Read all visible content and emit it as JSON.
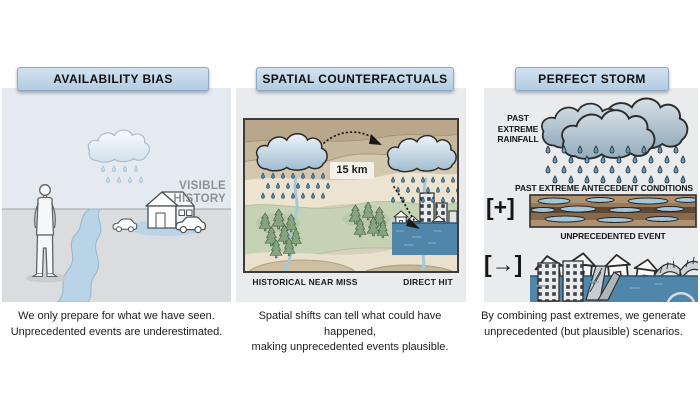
{
  "figure": {
    "panels": [
      {
        "title": "AVAILABILITY BIAS",
        "annotation": {
          "line1": "VISIBLE",
          "line2": "HISTORY"
        },
        "caption": {
          "line1": "We only prepare for what we have seen.",
          "line2": "Unprecedented events are underestimated."
        },
        "illustrations": [
          "rain-cloud-icon",
          "person-icon",
          "river-icon",
          "house-icon",
          "car-icon",
          "flood-puddle-icon"
        ]
      },
      {
        "title": "SPATIAL COUNTERFACTUALS",
        "distance_label": "15 km",
        "map_labels": {
          "left": "HISTORICAL NEAR MISS",
          "right": "DIRECT HIT"
        },
        "caption": {
          "line1": "Spatial shifts can tell what could have happened,",
          "line2": "making unprecedented events plausible."
        },
        "illustrations": [
          "terrain-map-icon",
          "rain-cloud-icon",
          "dashed-shift-arrow-icon",
          "pine-trees-icon",
          "river-icon",
          "flooded-city-icon"
        ]
      },
      {
        "title": "PERFECT STORM",
        "layers": [
          {
            "label": "PAST EXTREME RAINFALL",
            "operator": ""
          },
          {
            "label": "PAST EXTREME ANTECEDENT CONDITIONS",
            "operator": "[+]"
          },
          {
            "label": "UNPRECEDENTED EVENT",
            "operator": "[→]"
          }
        ],
        "caption": {
          "line1": "By combining past extremes, we generate",
          "line2": "unprecedented (but plausible) scenarios."
        },
        "illustrations": [
          "storm-cloud-icon",
          "wet-soil-icon",
          "flooded-buildings-icon"
        ]
      }
    ],
    "colors": {
      "header_bg": "#bdd4e8",
      "header_border": "#8ea9c1",
      "sky": "#e4eaef",
      "ground": "#dbdcde",
      "panel_bg": "#eaebed",
      "river": "#b9d4e6",
      "rain_drop_blue": "#5c93b8",
      "map_tan": "#d3c7ad",
      "map_green": "#c6d2b4",
      "flood_water": "#4f86aa",
      "soil_brown": "#9b7d5c",
      "puddle": "#a8c9dc"
    }
  }
}
